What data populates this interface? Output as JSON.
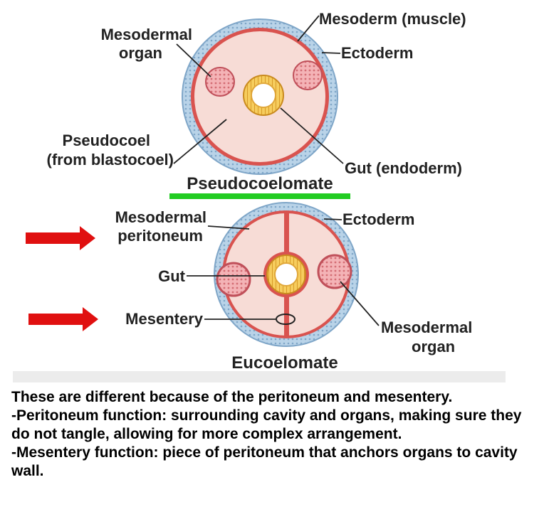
{
  "diagram": {
    "top": {
      "title": "Pseudocoelomate",
      "labels": {
        "mesoderm_muscle": "Mesoderm (muscle)",
        "ectoderm": "Ectoderm",
        "mesodermal_organ_l1": "Mesodermal",
        "mesodermal_organ_l2": "organ",
        "pseudocoel_l1": "Pseudocoel",
        "pseudocoel_l2": "(from blastocoel)",
        "gut": "Gut (endoderm)"
      }
    },
    "bottom": {
      "title": "Eucoelomate",
      "labels": {
        "peritoneum_l1": "Mesodermal",
        "peritoneum_l2": "peritoneum",
        "ectoderm": "Ectoderm",
        "gut": "Gut",
        "mesentery": "Mesentery",
        "organ_l1": "Mesodermal",
        "organ_l2": "organ"
      }
    },
    "colors": {
      "ectoderm": "#a9c8e0",
      "mesoderm": "#d9534f",
      "cavity": "#f7dcd6",
      "gut": "#f2c14e",
      "highlight": "#22cc22",
      "arrow": "#e01010"
    }
  },
  "caption": {
    "line1": "These are different because of the peritoneum and mesentery.",
    "line2": "-Peritoneum function: surrounding cavity and organs, making sure they do not tangle, allowing for more complex arrangement.",
    "line3": "-Mesentery function: piece of peritoneum that anchors organs to cavity wall."
  }
}
